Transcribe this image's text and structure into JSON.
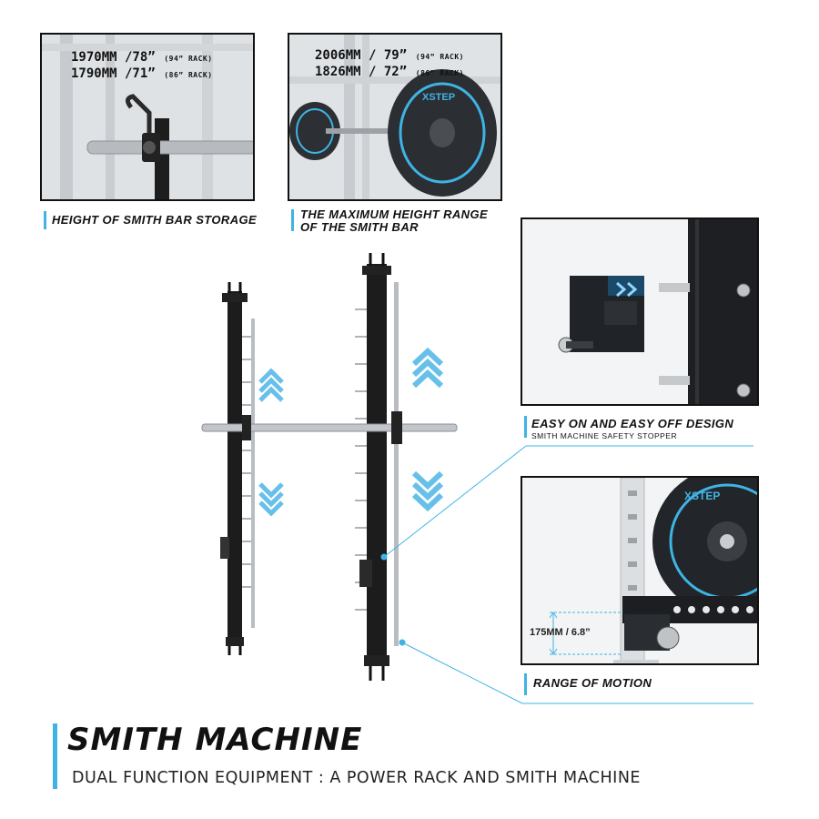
{
  "panel_storage": {
    "spec_line1_main": "1970MM /78”",
    "spec_line1_note": "(94” RACK)",
    "spec_line2_main": "1790MM /71”",
    "spec_line2_note": "(86” RACK)",
    "caption": "HEIGHT OF SMITH BAR STORAGE"
  },
  "panel_height": {
    "spec_line1_main": "2006MM / 79”",
    "spec_line1_note": "(94” RACK)",
    "spec_line2_main": "1826MM / 72”",
    "spec_line2_note": "(86” RACK)",
    "caption_line1": "THE MAXIMUM HEIGHT RANGE",
    "caption_line2": "OF THE SMITH BAR",
    "plate_brand": "XSTEP"
  },
  "panel_stopper": {
    "caption": "EASY ON AND EASY OFF DESIGN",
    "subcaption": "SMITH MACHINE SAFETY STOPPER"
  },
  "panel_motion": {
    "dimension": "175MM / 6.8”",
    "caption": "RANGE OF MOTION",
    "plate_brand": "XSTEP"
  },
  "product": {
    "title": "SMITH MACHINE",
    "subtitle": "DUAL FUNCTION EQUIPMENT : A POWER RACK AND SMITH MACHINE"
  },
  "colors": {
    "accent": "#3fb4e4",
    "frame": "#1a1a1a",
    "panel_bg": "#e9ebed"
  }
}
